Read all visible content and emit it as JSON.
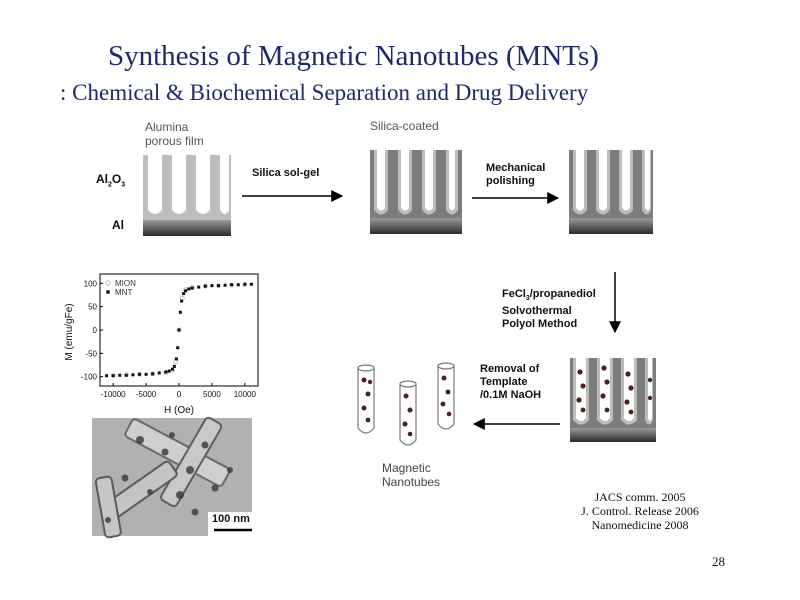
{
  "title": {
    "line1": "Synthesis of Magnetic Nanotubes (MNTs)",
    "line2": ": Chemical & Biochemical Separation and Drug Delivery"
  },
  "diagram": {
    "stage1_label_line1": "Alumina",
    "stage1_label_line2": "porous film",
    "al2o3_main": "Al",
    "al2o3_sub1": "2",
    "al2o3_mid": "O",
    "al2o3_sub2": "3",
    "al_label": "Al",
    "arrow1_label": "Silica sol-gel",
    "stage2_label": "Silica-coated",
    "arrow2_label_line1": "Mechanical",
    "arrow2_label_line2": "polishing",
    "arrow3_label_line1_main": "FeCl",
    "arrow3_label_line1_sub": "3",
    "arrow3_label_line1_rest": "/propanediol",
    "arrow3_label_line2": "Solvothermal",
    "arrow3_label_line3": "Polyol Method",
    "arrow4_label_line1": "Removal of",
    "arrow4_label_line2": "Template",
    "arrow4_label_line3": "/0.1M NaOH",
    "product_label_line1": "Magnetic",
    "product_label_line2": "Nanotubes"
  },
  "tem_image": {
    "scale_bar": "100 nm"
  },
  "references": [
    "JACS comm. 2005",
    "J. Control. Release 2006",
    "Nanomedicine 2008"
  ],
  "page_number": "28",
  "chart_data": {
    "type": "scatter",
    "title": "",
    "xlabel": "H (Oe)",
    "ylabel": "M (emu/gFe)",
    "xlim": [
      -12000,
      12000
    ],
    "ylim": [
      -120,
      120
    ],
    "xticks": [
      "-10000",
      "-5000",
      "0",
      "5000",
      "10000"
    ],
    "yticks": [
      "100",
      "50",
      "0",
      "-50",
      "-100"
    ],
    "legend_position": "top-left",
    "series": [
      {
        "name": "MION",
        "marker": "open-circle",
        "x": [
          -10000,
          -8000,
          -6000,
          -4000,
          -2000,
          -1000,
          -500,
          0,
          500,
          1000,
          2000,
          4000,
          6000,
          8000,
          10000
        ],
        "y": [
          -97,
          -96,
          -95,
          -94,
          -91,
          -86,
          -68,
          0,
          68,
          86,
          91,
          94,
          95,
          96,
          97
        ]
      },
      {
        "name": "MNT",
        "marker": "filled-square",
        "x": [
          -11000,
          -10000,
          -9000,
          -8000,
          -7000,
          -6000,
          -5000,
          -4000,
          -3000,
          -2000,
          -1500,
          -1000,
          -700,
          -400,
          -200,
          0,
          200,
          400,
          700,
          1000,
          1500,
          2000,
          3000,
          4000,
          5000,
          6000,
          7000,
          8000,
          9000,
          10000,
          11000
        ],
        "y": [
          -98,
          -98,
          -97,
          -97,
          -96,
          -95,
          -95,
          -94,
          -92,
          -90,
          -88,
          -84,
          -78,
          -62,
          -38,
          0,
          38,
          62,
          78,
          84,
          88,
          90,
          92,
          94,
          95,
          95,
          96,
          97,
          97,
          98,
          98
        ]
      }
    ]
  },
  "colors": {
    "title": "#1f2a6b",
    "alumina": "#bdbdbd",
    "silica": "#7d7d7d",
    "particle": "#4a2418"
  }
}
